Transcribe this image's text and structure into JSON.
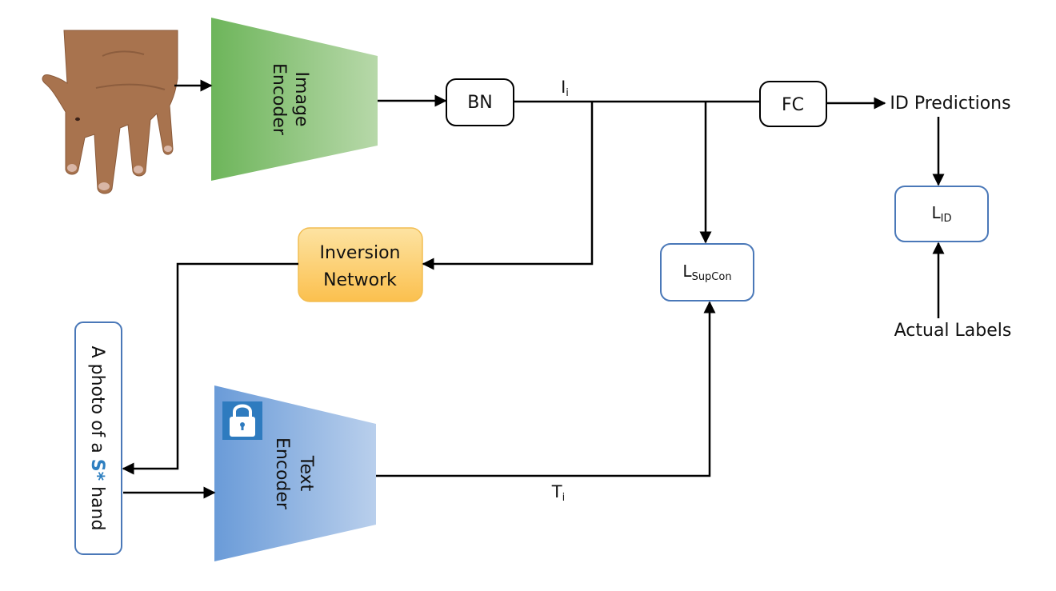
{
  "image_encoder": {
    "line1": "Image",
    "line2": "Encoder"
  },
  "text_encoder": {
    "line1": "Text",
    "line2": "Encoder"
  },
  "bn": {
    "label": "BN"
  },
  "fc": {
    "label": "FC"
  },
  "inversion_network": {
    "line1": "Inversion",
    "line2": "Network"
  },
  "prompt": {
    "before": "A photo of a ",
    "token": "S*",
    "after": " hand"
  },
  "feature_image": {
    "main": "I",
    "sub": "i"
  },
  "feature_text": {
    "main": "T",
    "sub": "i"
  },
  "loss_supcon": {
    "main": "L",
    "sub": "SupCon"
  },
  "loss_id": {
    "main": "L",
    "sub": "ID"
  },
  "id_predictions": {
    "label": "ID Predictions"
  },
  "actual_labels": {
    "label": "Actual Labels"
  },
  "lock": {
    "icon": "lock-icon"
  },
  "hand_image": {
    "icon": "hand-photo"
  },
  "colors": {
    "image_encoder": "#7cc06a",
    "text_encoder": "#7aa6dc",
    "inversion_fill": "#fccd6a",
    "box_border_blue": "#4a78b8",
    "token_blue": "#2e7fc0"
  }
}
